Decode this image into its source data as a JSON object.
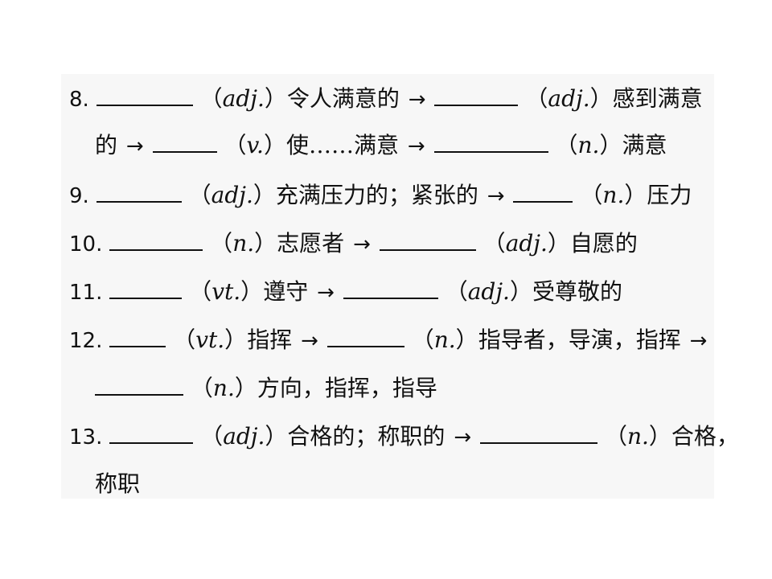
{
  "items": [
    {
      "number": "8.",
      "parts": [
        {
          "pos": "adj.",
          "meaning": "令人满意的"
        },
        {
          "pos": "adj.",
          "meaning": "感到满意"
        }
      ],
      "continuation": [
        {
          "pre": "的"
        },
        {
          "pos": "v.",
          "meaning": "使……满意"
        },
        {
          "pos": "n.",
          "meaning": "满意"
        }
      ]
    },
    {
      "number": "9.",
      "parts": [
        {
          "pos": "adj.",
          "meaning": "充满压力的；紧张的"
        },
        {
          "pos": "n.",
          "meaning": "压力"
        }
      ]
    },
    {
      "number": "10.",
      "parts": [
        {
          "pos": "n.",
          "meaning": "志愿者"
        },
        {
          "pos": "adj.",
          "meaning": "自愿的"
        }
      ]
    },
    {
      "number": "11.",
      "parts": [
        {
          "pos": "vt.",
          "meaning": "遵守"
        },
        {
          "pos": "adj.",
          "meaning": "受尊敬的"
        }
      ]
    },
    {
      "number": "12.",
      "parts": [
        {
          "pos": "vt.",
          "meaning": "指挥"
        },
        {
          "pos": "n.",
          "meaning": "指导者，导演，指挥"
        }
      ],
      "continuation": [
        {
          "pos": "n.",
          "meaning": "方向，指挥，指导"
        }
      ]
    },
    {
      "number": "13.",
      "parts": [
        {
          "pos": "adj.",
          "meaning": "合格的；称职的"
        },
        {
          "pos": "n.",
          "meaning": "合格，"
        }
      ],
      "continuation": [
        {
          "pre": "称职"
        }
      ]
    }
  ],
  "symbols": {
    "arrow": "→",
    "open_paren": "（",
    "close_paren": "）"
  }
}
